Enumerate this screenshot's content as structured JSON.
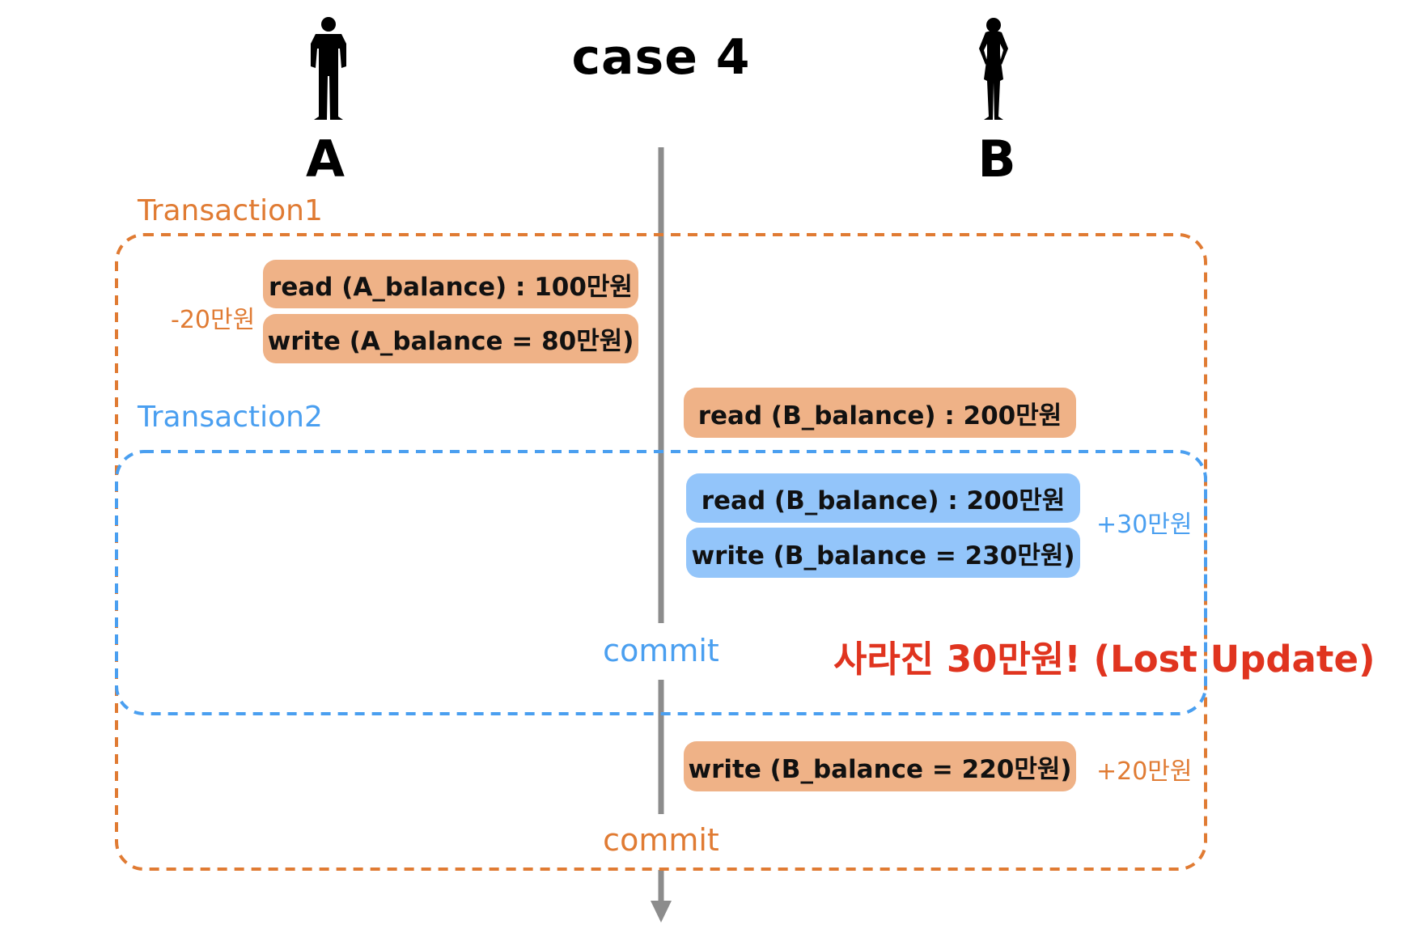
{
  "title": "case 4",
  "actors": [
    {
      "label": "A",
      "figure_icon": "man-silhouette-icon"
    },
    {
      "label": "B",
      "figure_icon": "woman-silhouette-icon"
    }
  ],
  "transactions": [
    {
      "label": "Transaction1",
      "color": "#e07b33"
    },
    {
      "label": "Transaction2",
      "color": "#4a9ff0"
    }
  ],
  "steps": [
    {
      "text": "read (A_balance) : 100만원",
      "color": "#efb287"
    },
    {
      "text": "write (A_balance = 80만원)",
      "color": "#efb287"
    },
    {
      "text": "read (B_balance) : 200만원",
      "color": "#efb287"
    },
    {
      "text": "read (B_balance) : 200만원",
      "color": "#93c5fa"
    },
    {
      "text": "write (B_balance = 230만원)",
      "color": "#93c5fa"
    },
    {
      "text": "write (B_balance = 220만원)",
      "color": "#efb287"
    }
  ],
  "deltas": {
    "a_withdraw": "-20만원",
    "b_deposit_tx2": "+30만원",
    "b_deposit_tx1": "+20만원"
  },
  "commits": {
    "tx2": "commit",
    "tx1": "commit"
  },
  "lost_update": "사라진 30만원! (Lost Update)",
  "timeline_color": "#8c8c8c"
}
